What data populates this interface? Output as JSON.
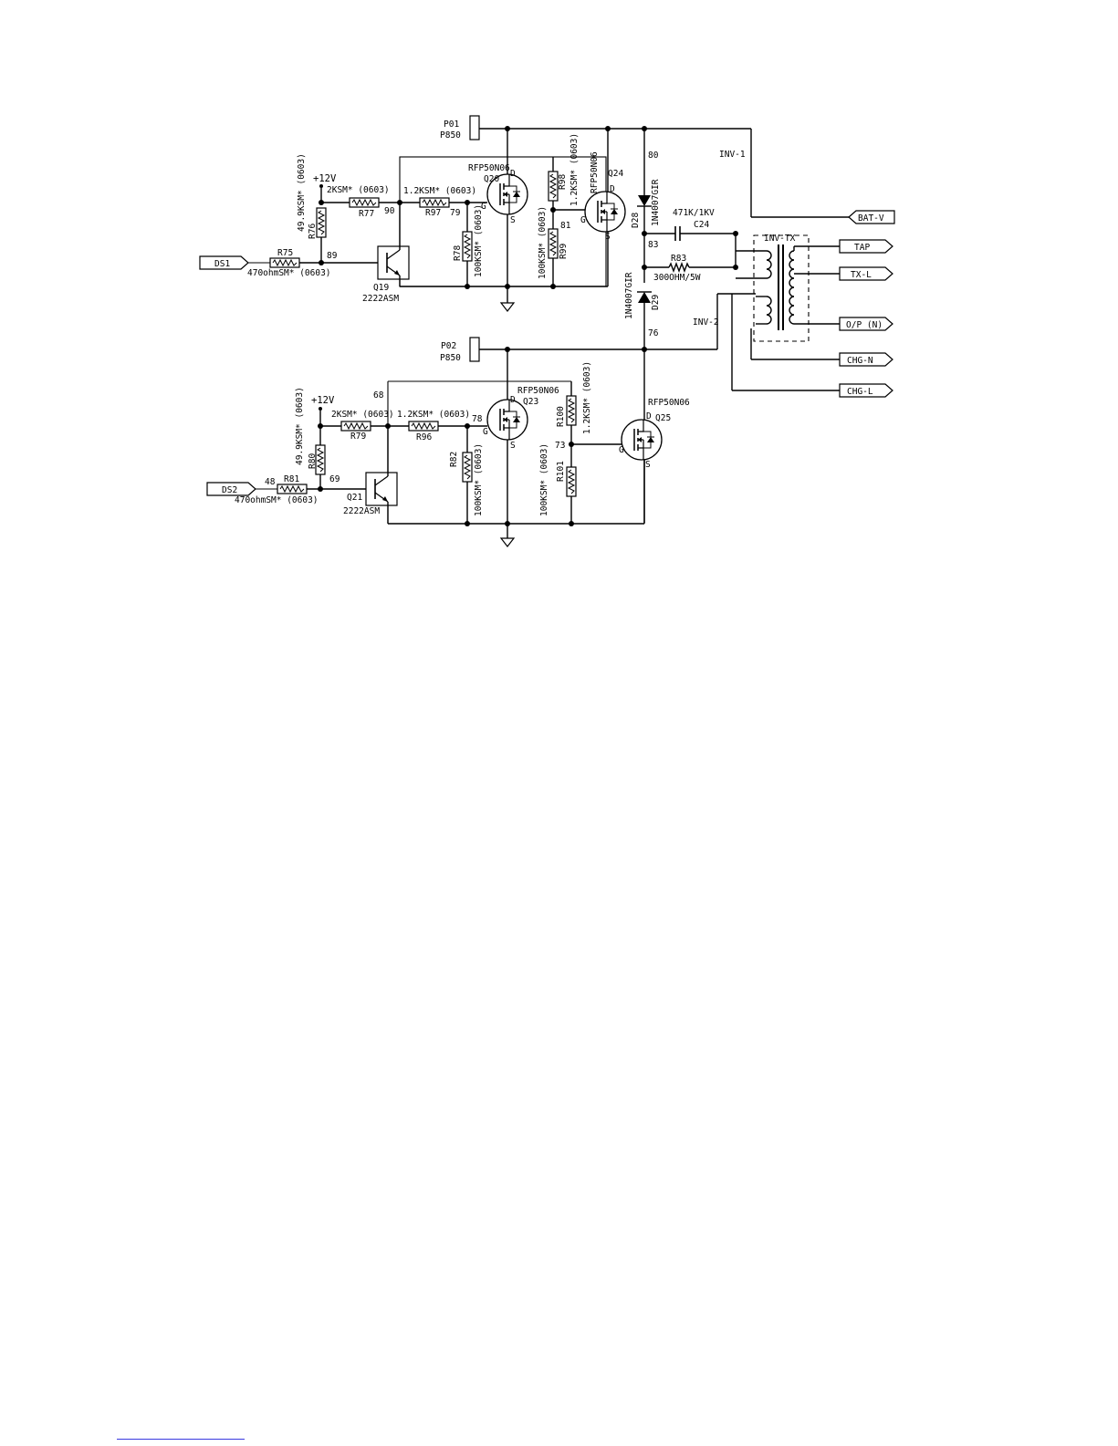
{
  "title": "",
  "colors": {
    "ink": "#000000",
    "background": "#ffffff",
    "footer_rule": "#3a3ae0"
  },
  "connectors": {
    "p01": {
      "ref": "P01",
      "type": "P850"
    },
    "p02": {
      "ref": "P02",
      "type": "P850"
    }
  },
  "supplies": {
    "upper": "+12V",
    "lower": "+12V"
  },
  "signals_in": {
    "ds1": "DS1",
    "ds2": "DS2"
  },
  "signals_out": [
    "BAT-V",
    "TAP",
    "TX-L",
    "O/P (N)",
    "CHG-N",
    "CHG-L"
  ],
  "nets": {
    "inv1": "INV-1",
    "inv2": "INV-2",
    "n80": "80",
    "n83": "83",
    "n76": "76",
    "n90": "90",
    "n79": "79",
    "n81": "81",
    "n89": "89",
    "n68": "68",
    "n78": "78",
    "n73": "73",
    "n69": "69",
    "n48": "48"
  },
  "transformer": {
    "ref": "INV-TX"
  },
  "upper_stage": {
    "r75": {
      "ref": "R75",
      "value": "470ohmSM* (0603)"
    },
    "r76": {
      "ref": "R76",
      "value": "49.9KSM* (0603)"
    },
    "r77": {
      "ref": "R77",
      "value": "2KSM* (0603)"
    },
    "r97": {
      "ref": "R97",
      "value": "1.2KSM* (0603)"
    },
    "r78": {
      "ref": "R78",
      "value": "100KSM* (0603)"
    },
    "r98": {
      "ref": "R98",
      "value": "1.2KSM* (0603)"
    },
    "r99": {
      "ref": "R99",
      "value": "100KSM* (0603)"
    },
    "q19": {
      "ref": "Q19",
      "part": "2222ASM"
    },
    "q20": {
      "ref": "Q20",
      "part": "RFP50N06"
    },
    "q24": {
      "ref": "Q24",
      "part": "RFP50N06"
    }
  },
  "lower_stage": {
    "r81": {
      "ref": "R81",
      "value": "470ohmSM* (0603)"
    },
    "r80": {
      "ref": "R80",
      "value": "49.9KSM* (0603)"
    },
    "r79": {
      "ref": "R79",
      "value": "2KSM* (0603)"
    },
    "r96": {
      "ref": "R96",
      "value": "1.2KSM* (0603)"
    },
    "r82": {
      "ref": "R82",
      "value": "100KSM* (0603)"
    },
    "r100": {
      "ref": "R100",
      "value": "1.2KSM* (0603)"
    },
    "r101": {
      "ref": "R101",
      "value": "100KSM* (0603)"
    },
    "q21": {
      "ref": "Q21",
      "part": "2222ASM"
    },
    "q23": {
      "ref": "Q23",
      "part": "RFP50N06"
    },
    "q25": {
      "ref": "Q25",
      "part": "RFP50N06"
    }
  },
  "output_stage": {
    "d28": {
      "ref": "D28",
      "part": "1N4007GIR"
    },
    "d29": {
      "ref": "D29",
      "part": "1N4007GIR"
    },
    "c24": {
      "ref": "C24",
      "value": "471K/1KV"
    },
    "r83": {
      "ref": "R83",
      "value": "300OHM/5W"
    }
  },
  "pins": {
    "d": "D",
    "g": "G",
    "s": "S"
  }
}
